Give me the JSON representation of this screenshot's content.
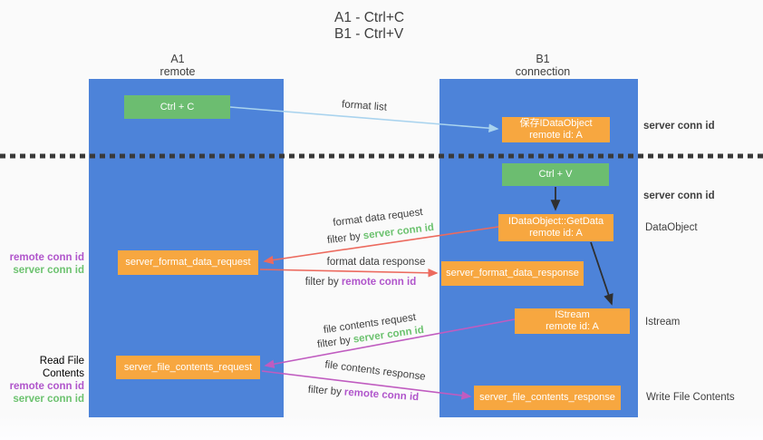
{
  "title": {
    "line1": "A1 - Ctrl+C",
    "line2": "B1 - Ctrl+V"
  },
  "columns": {
    "left": {
      "name": "A1",
      "role": "remote"
    },
    "right": {
      "name": "B1",
      "role": "connection"
    }
  },
  "boxes": {
    "ctrl_c": {
      "label": "Ctrl + C"
    },
    "save_idataobject": {
      "line1": "保存IDataObject",
      "line2": "remote id: A"
    },
    "ctrl_v": {
      "label": "Ctrl + V"
    },
    "getdata": {
      "line1": "IDataObject::GetData",
      "line2": "remote id: A"
    },
    "format_request": {
      "label": "server_format_data_request"
    },
    "format_response": {
      "label": "server_format_data_response"
    },
    "istream": {
      "line1": "IStream",
      "line2": "remote id: A"
    },
    "file_request": {
      "label": "server_file_contents_request"
    },
    "file_response": {
      "label": "server_file_contents_response"
    }
  },
  "arrow_labels": {
    "format_list": "format list",
    "format_data_request": "format data request",
    "format_data_response": "format data response",
    "file_contents_request": "file contents request",
    "file_contents_response": "file contents response",
    "filter_by": "filter by",
    "server_conn_id": "server conn id",
    "remote_conn_id": "remote conn id"
  },
  "side_labels": {
    "right_top_server_conn_id": "server conn id",
    "right_mid_server_conn_id": "server conn id",
    "dataobject": "DataObject",
    "istream": "Istream",
    "write_file_contents": "Write File Contents",
    "left_remote_conn_id": "remote conn id",
    "left_server_conn_id": "server conn id",
    "read_file_contents": "Read File Contents",
    "read_remote_conn_id": "remote conn id",
    "read_server_conn_id": "server conn id"
  },
  "colors": {
    "column_blue": "#4d83d9",
    "box_green": "#6cbd70",
    "box_orange": "#f7a740",
    "green_text": "#6cc26f",
    "purple_text": "#b055cb",
    "dark_text": "#3f3f3f",
    "arrow_red": "#ec6a5e",
    "arrow_purple": "#c05cc0",
    "arrow_blue": "#a9d3ee",
    "arrow_black": "#2f2f2f",
    "divider": "#3a3a3a",
    "background": "#fafafa"
  }
}
